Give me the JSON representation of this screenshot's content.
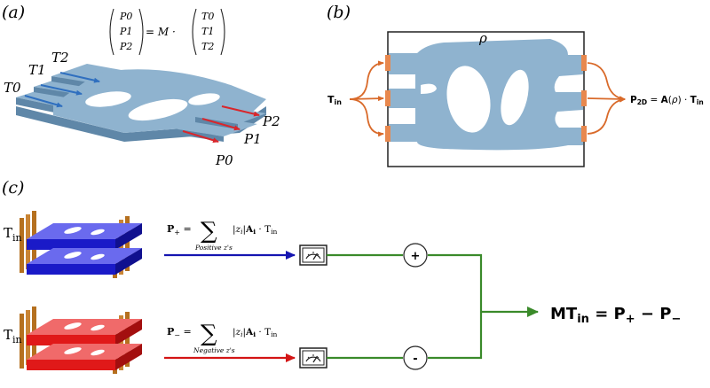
{
  "panels": {
    "a": {
      "label": "(a)",
      "equation": {
        "lhs": [
          "P0",
          "P1",
          "P2"
        ],
        "equals_m": "= M ·",
        "rhs": [
          "T0",
          "T1",
          "T2"
        ]
      },
      "inputs": [
        "T0",
        "T1",
        "T2"
      ],
      "outputs": [
        "P0",
        "P1",
        "P2"
      ]
    },
    "b": {
      "label": "(b)",
      "rho": "ρ",
      "input": "Tin",
      "output": "P2D = A(ρ) · Tin"
    },
    "c": {
      "label": "(c)",
      "top": {
        "input": "Tin",
        "formula_lhs": "P+ =",
        "formula_sum_sub": "Positive z's",
        "formula_term": "|zi|Ai · Tin",
        "junction": "+"
      },
      "bottom": {
        "input": "Tin",
        "formula_lhs": "P− =",
        "formula_sum_sub": "Negative z's",
        "formula_term": "|zi|Ai · Tin",
        "junction": "-"
      },
      "result": "MTin = P+ − P−"
    }
  },
  "colors": {
    "device_blue": "#8fb3cf",
    "device_blue_dark": "#5f87a8",
    "arrow_blue": "#2f6fbf",
    "arrow_red": "#d9262b",
    "arrow_orange": "#d96a2a",
    "port_orange": "#e8884e",
    "stack_blue": "#1a1ac8",
    "stack_red": "#e01919",
    "stack_frame": "#b5701f",
    "wire_green": "#3a8a2a",
    "wire_navy": "#1515b0",
    "wire_red": "#d31515"
  }
}
